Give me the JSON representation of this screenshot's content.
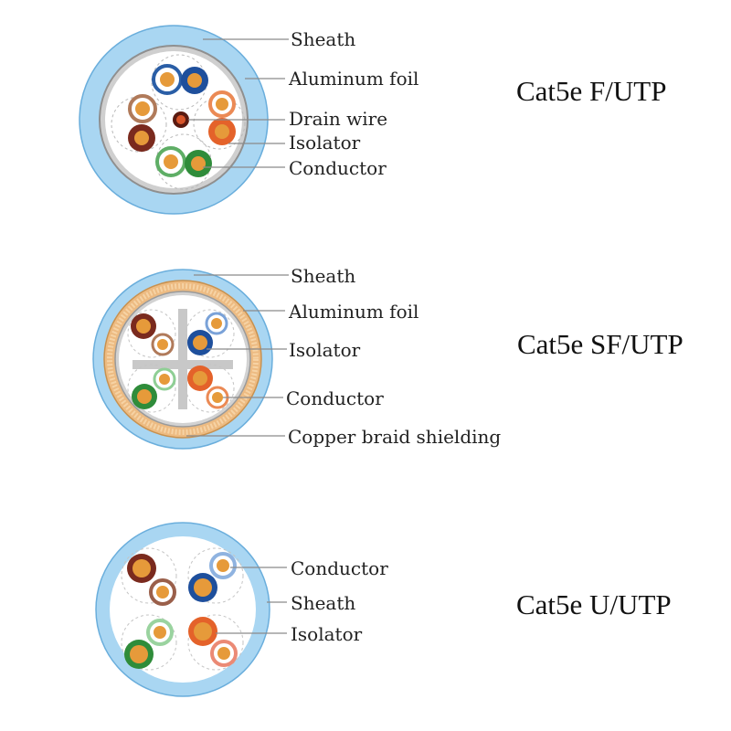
{
  "diagrams": [
    {
      "id": "f-utp",
      "title": "Cat5e F/UTP",
      "labels": [
        "Sheath",
        "Aluminum foil",
        "Drain wire",
        "Isolator",
        "Conductor"
      ]
    },
    {
      "id": "sf-utp",
      "title": "Cat5e SF/UTP",
      "labels": [
        "Sheath",
        "Aluminum foil",
        "Isolator",
        "Conductor",
        "Copper braid shielding"
      ]
    },
    {
      "id": "u-utp",
      "title": "Cat5e U/UTP",
      "labels": [
        "Conductor",
        "Sheath",
        "Isolator"
      ]
    }
  ],
  "colors": {
    "sheath": "#a9d6f2",
    "sheath_edge": "#6aaedc",
    "interior": "#ffffff",
    "foil": "#b7b7b7",
    "braid": "#e9b67a",
    "copper": "#e69a3a",
    "blue": "#1e4f9c",
    "orange": "#e4622a",
    "green": "#2f8c3a",
    "brown": "#7a2a1e"
  }
}
